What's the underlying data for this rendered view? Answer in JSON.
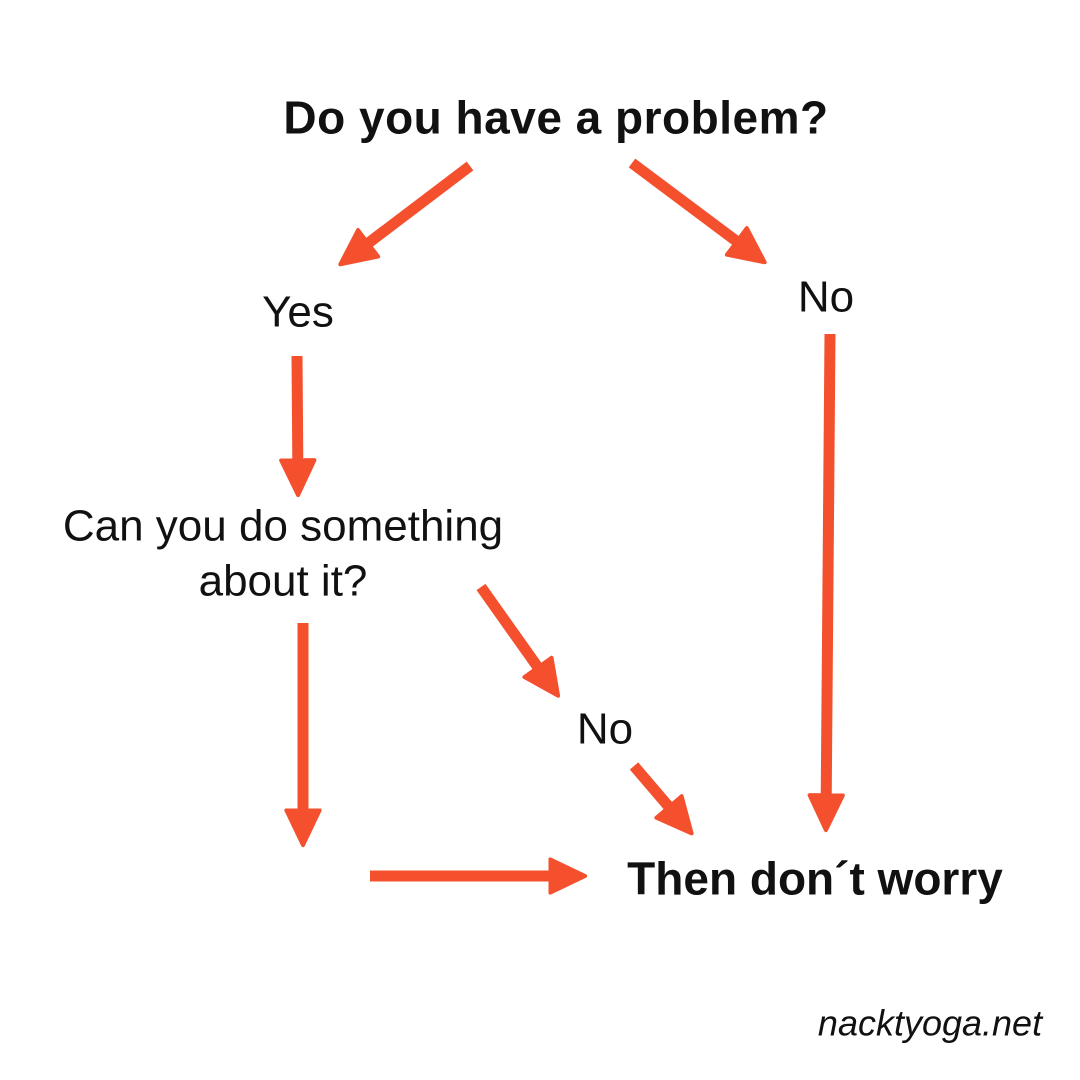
{
  "page": {
    "background_color": "#ffffff",
    "accent_color": "#F4502E",
    "text_color": "#111111",
    "watermark": "nacktyoga.net"
  },
  "flowchart": {
    "title": "Do you have a problem?",
    "nodes": {
      "yes": {
        "label": "Yes"
      },
      "no_right": {
        "label": "No"
      },
      "question2": {
        "line1": "Can you do something",
        "line2": "about it?"
      },
      "no_middle": {
        "label": "No"
      },
      "result": {
        "label": "Then don´t worry"
      }
    },
    "edges": [
      {
        "from": "title",
        "to": "yes"
      },
      {
        "from": "title",
        "to": "no_right"
      },
      {
        "from": "yes",
        "to": "question2"
      },
      {
        "from": "question2",
        "to": "no_middle"
      },
      {
        "from": "no_middle",
        "to": "result"
      },
      {
        "from": "question2",
        "to": "bottom-junction"
      },
      {
        "from": "bottom-junction",
        "to": "result"
      },
      {
        "from": "no_right",
        "to": "result"
      }
    ]
  }
}
